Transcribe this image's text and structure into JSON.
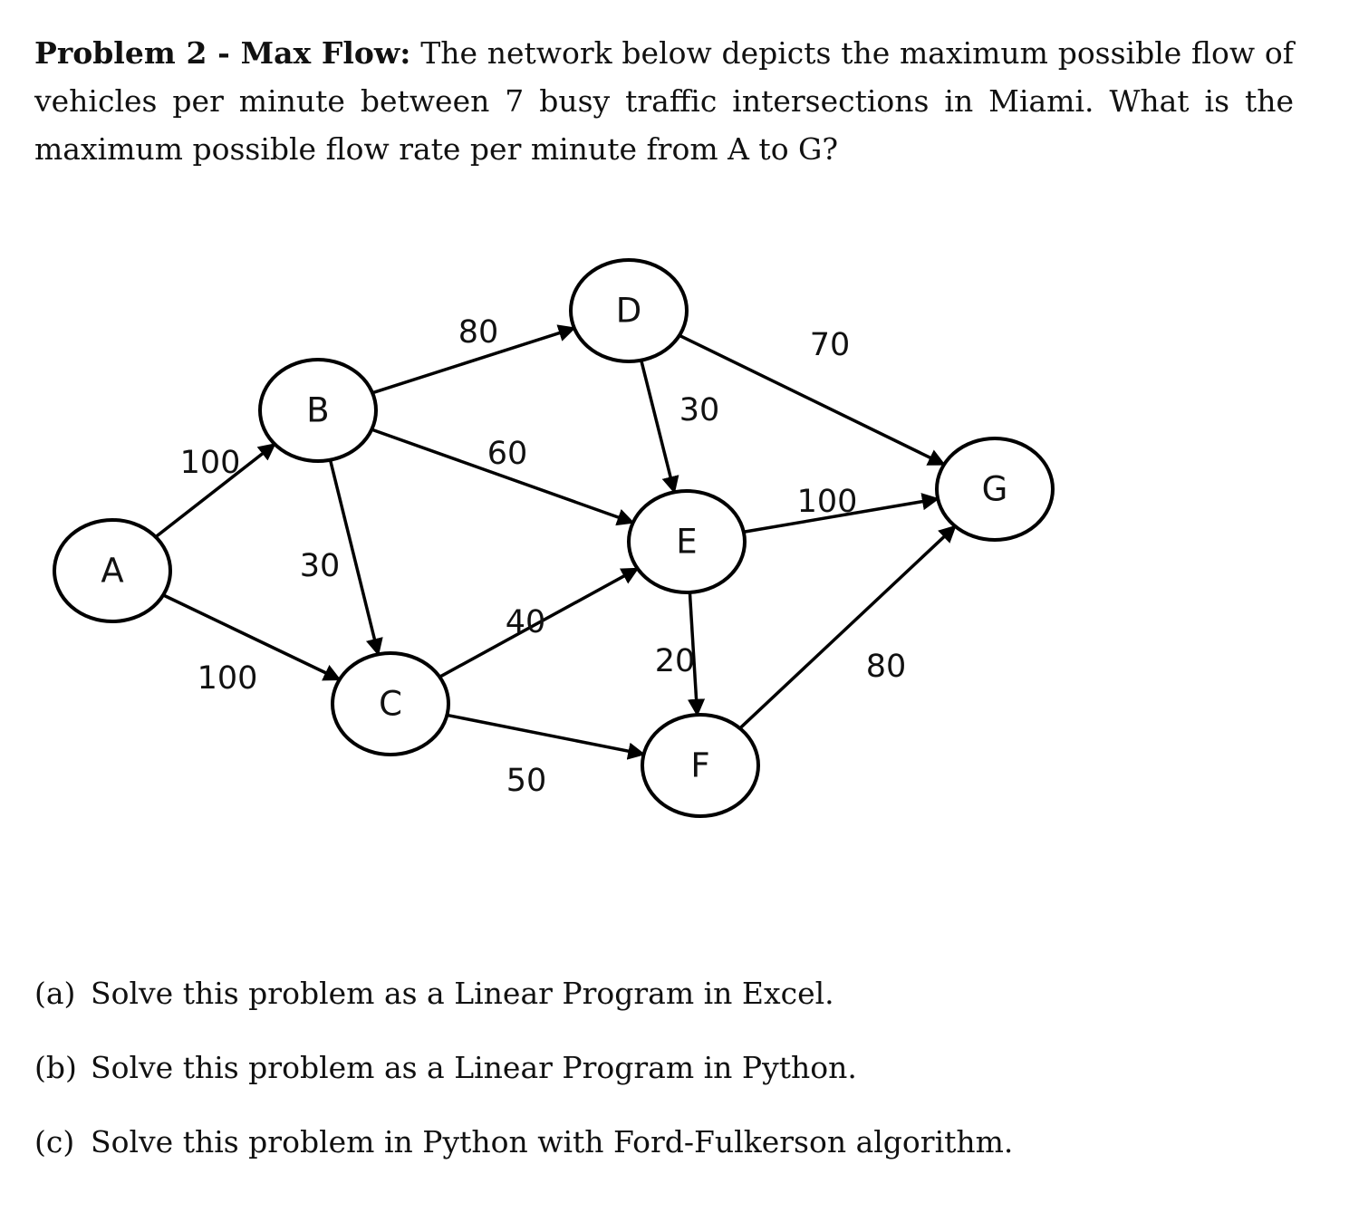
{
  "problem": {
    "heading": "Problem 2 - Max Flow:",
    "text": "The network below depicts the maximum possible flow of vehicles per minute between 7 busy traffic intersections in Miami.  What is the maximum possible flow rate per minute from A to G?"
  },
  "network": {
    "nodes": [
      {
        "id": "A",
        "label": "A"
      },
      {
        "id": "B",
        "label": "B"
      },
      {
        "id": "C",
        "label": "C"
      },
      {
        "id": "D",
        "label": "D"
      },
      {
        "id": "E",
        "label": "E"
      },
      {
        "id": "F",
        "label": "F"
      },
      {
        "id": "G",
        "label": "G"
      }
    ],
    "edges": [
      {
        "from": "A",
        "to": "B",
        "capacity": "100"
      },
      {
        "from": "A",
        "to": "C",
        "capacity": "100"
      },
      {
        "from": "B",
        "to": "D",
        "capacity": "80"
      },
      {
        "from": "B",
        "to": "E",
        "capacity": "60"
      },
      {
        "from": "B",
        "to": "C",
        "capacity": "30"
      },
      {
        "from": "D",
        "to": "G",
        "capacity": "70"
      },
      {
        "from": "D",
        "to": "E",
        "capacity": "30"
      },
      {
        "from": "C",
        "to": "E",
        "capacity": "40"
      },
      {
        "from": "C",
        "to": "F",
        "capacity": "50"
      },
      {
        "from": "E",
        "to": "G",
        "capacity": "100"
      },
      {
        "from": "E",
        "to": "F",
        "capacity": "20"
      },
      {
        "from": "F",
        "to": "G",
        "capacity": "80"
      }
    ]
  },
  "parts": [
    {
      "marker": "(a)",
      "text": "Solve this problem as a Linear Program in Excel."
    },
    {
      "marker": "(b)",
      "text": "Solve this problem as a Linear Program in Python."
    },
    {
      "marker": "(c)",
      "text": "Solve this problem in Python with Ford-Fulkerson algorithm."
    }
  ]
}
